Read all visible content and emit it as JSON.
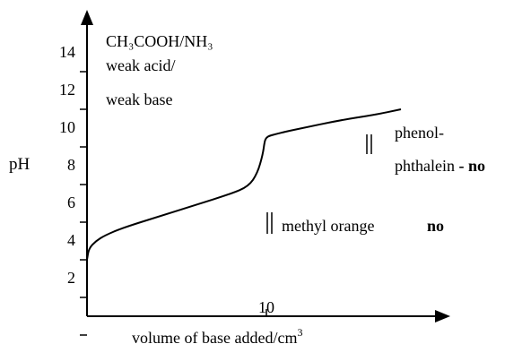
{
  "chart_data": {
    "type": "line",
    "title_lines": [
      "CH₃COOH/NH₃",
      "weak acid/",
      "weak base"
    ],
    "ylabel": "pH",
    "xlabel_text": "volume of base added/cm",
    "xlabel_sup": "3",
    "y_ticks": [
      2,
      4,
      6,
      8,
      10,
      12,
      14
    ],
    "x_ticks": [
      10
    ],
    "ylim": [
      0,
      16
    ],
    "xlim": [
      0,
      20
    ],
    "series": [
      {
        "x": [
          0,
          0.1,
          0.5,
          1,
          2,
          4,
          6,
          8,
          9,
          9.5,
          9.8,
          9.9,
          10,
          10.2,
          10.6,
          11,
          12,
          14,
          16,
          17.5
        ],
        "y": [
          3.0,
          3.6,
          4.0,
          4.3,
          4.7,
          5.3,
          5.9,
          6.5,
          6.9,
          7.6,
          8.6,
          9.3,
          9.5,
          9.6,
          9.7,
          9.8,
          10.0,
          10.4,
          10.7,
          11.0
        ]
      }
    ],
    "annotations": [
      {
        "id": "phenolphthalein",
        "lines": [
          "phenol-",
          "phthalein"
        ],
        "suffix": " - no"
      },
      {
        "id": "methyl-orange",
        "text": "methyl orange",
        "suffix": "no"
      }
    ]
  }
}
